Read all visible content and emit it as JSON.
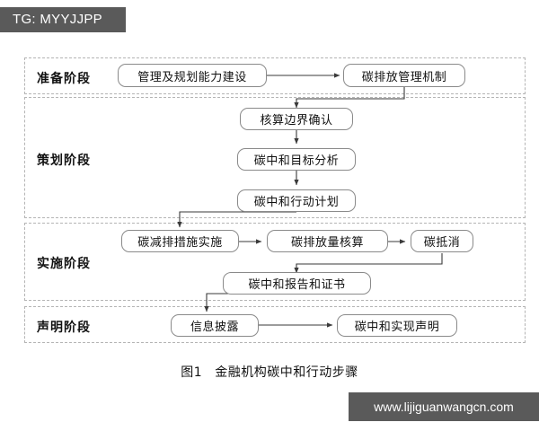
{
  "overlays": {
    "tg_tag": "TG: MYYJJPP",
    "watermark": "www.lijiguanwangcn.com"
  },
  "figure": {
    "caption_number": "图1",
    "caption_title": "金融机构碳中和行动步骤"
  },
  "colors": {
    "overlay_background": "#5a5a5a",
    "overlay_text": "#ffffff",
    "stage_border": "#b4b4b4",
    "node_border": "#8a8a8a",
    "connector": "#3a3a3a",
    "page_background": "#ffffff",
    "text": "#111111"
  },
  "chart_data": {
    "type": "diagram",
    "title": "金融机构碳中和行动步骤",
    "stages": [
      {
        "id": "preparation",
        "label": "准备阶段",
        "nodes": [
          "管理及规划能力建设",
          "碳排放管理机制"
        ]
      },
      {
        "id": "planning",
        "label": "策划阶段",
        "nodes": [
          "核算边界确认",
          "碳中和目标分析",
          "碳中和行动计划"
        ]
      },
      {
        "id": "implementation",
        "label": "实施阶段",
        "nodes": [
          "碳减排措施实施",
          "碳排放量核算",
          "碳抵消",
          "碳中和报告和证书"
        ]
      },
      {
        "id": "declaration",
        "label": "声明阶段",
        "nodes": [
          "信息披露",
          "碳中和实现声明"
        ]
      }
    ],
    "edges": [
      {
        "from": "管理及规划能力建设",
        "to": "碳排放管理机制",
        "style": "horizontal-arrow"
      },
      {
        "from": "碳排放管理机制",
        "to": "核算边界确认",
        "style": "elbow-down-left"
      },
      {
        "from": "核算边界确认",
        "to": "碳中和目标分析",
        "style": "vertical-arrow"
      },
      {
        "from": "碳中和目标分析",
        "to": "碳中和行动计划",
        "style": "vertical-arrow"
      },
      {
        "from": "碳中和行动计划",
        "to": "碳减排措施实施",
        "style": "elbow-down-left"
      },
      {
        "from": "碳减排措施实施",
        "to": "碳排放量核算",
        "style": "horizontal-arrow"
      },
      {
        "from": "碳排放量核算",
        "to": "碳抵消",
        "style": "horizontal-arrow"
      },
      {
        "from": "碳抵消",
        "to": "碳中和报告和证书",
        "style": "elbow-down-left"
      },
      {
        "from": "碳中和报告和证书",
        "to": "信息披露",
        "style": "elbow-down-left"
      },
      {
        "from": "信息披露",
        "to": "碳中和实现声明",
        "style": "horizontal-arrow"
      }
    ]
  },
  "nodes": {
    "n1": "管理及规划能力建设",
    "n2": "碳排放管理机制",
    "n3": "核算边界确认",
    "n4": "碳中和目标分析",
    "n5": "碳中和行动计划",
    "n6": "碳减排措施实施",
    "n7": "碳排放量核算",
    "n8": "碳抵消",
    "n9": "碳中和报告和证书",
    "n10": "信息披露",
    "n11": "碳中和实现声明"
  },
  "stage_labels": {
    "s1": "准备阶段",
    "s2": "策划阶段",
    "s3": "实施阶段",
    "s4": "声明阶段"
  }
}
